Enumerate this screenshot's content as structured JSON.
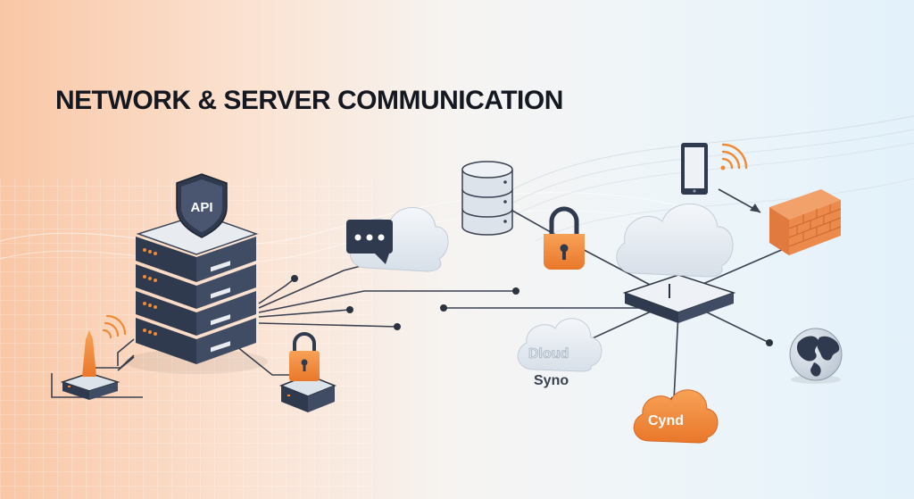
{
  "title": "NETWORK & SERVER COMMUNICATION",
  "labels": {
    "api_shield": "API",
    "cloud_gray_line1": "Dloud",
    "cloud_gray_line2": "Syno",
    "cloud_orange": "Cynd"
  },
  "colors": {
    "accent_orange": "#f08a34",
    "dark_navy": "#2f3a4e",
    "line": "#3a4150",
    "cloud": "#e4eaf1"
  },
  "icons": [
    "server-rack-icon",
    "api-shield-icon",
    "chat-bubble-icon",
    "cloud-icon",
    "database-icon",
    "padlock-icon",
    "router-icon",
    "wifi-icon",
    "tablet-icon",
    "firewall-icon",
    "globe-icon"
  ]
}
